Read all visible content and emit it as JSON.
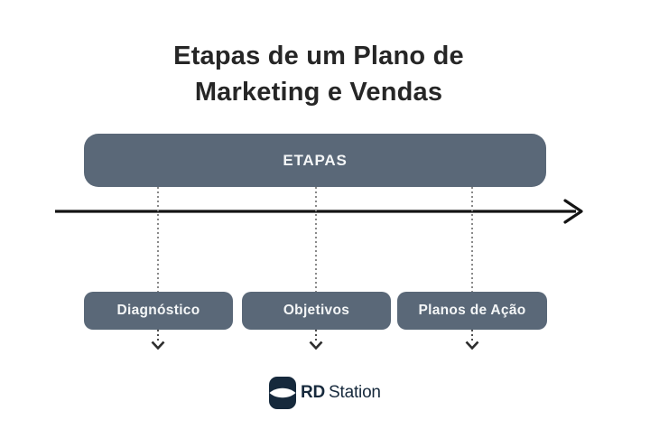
{
  "title": {
    "line1": "Etapas de um Plano de",
    "line2": "Marketing e Vendas"
  },
  "diagram": {
    "main_stage_label": "ETAPAS",
    "stages": [
      {
        "label": "Diagnóstico"
      },
      {
        "label": "Objetivos"
      },
      {
        "label": "Planos de Ação"
      }
    ]
  },
  "footer": {
    "logo_bold": "RD",
    "logo_regular": "Station"
  },
  "colors": {
    "stage_box": "#5a6878",
    "title_text": "#262626",
    "timeline_arrow": "#141414",
    "dotted_connector": "#8a8a8a",
    "logo_navy": "#16293c",
    "background": "#ffffff"
  }
}
